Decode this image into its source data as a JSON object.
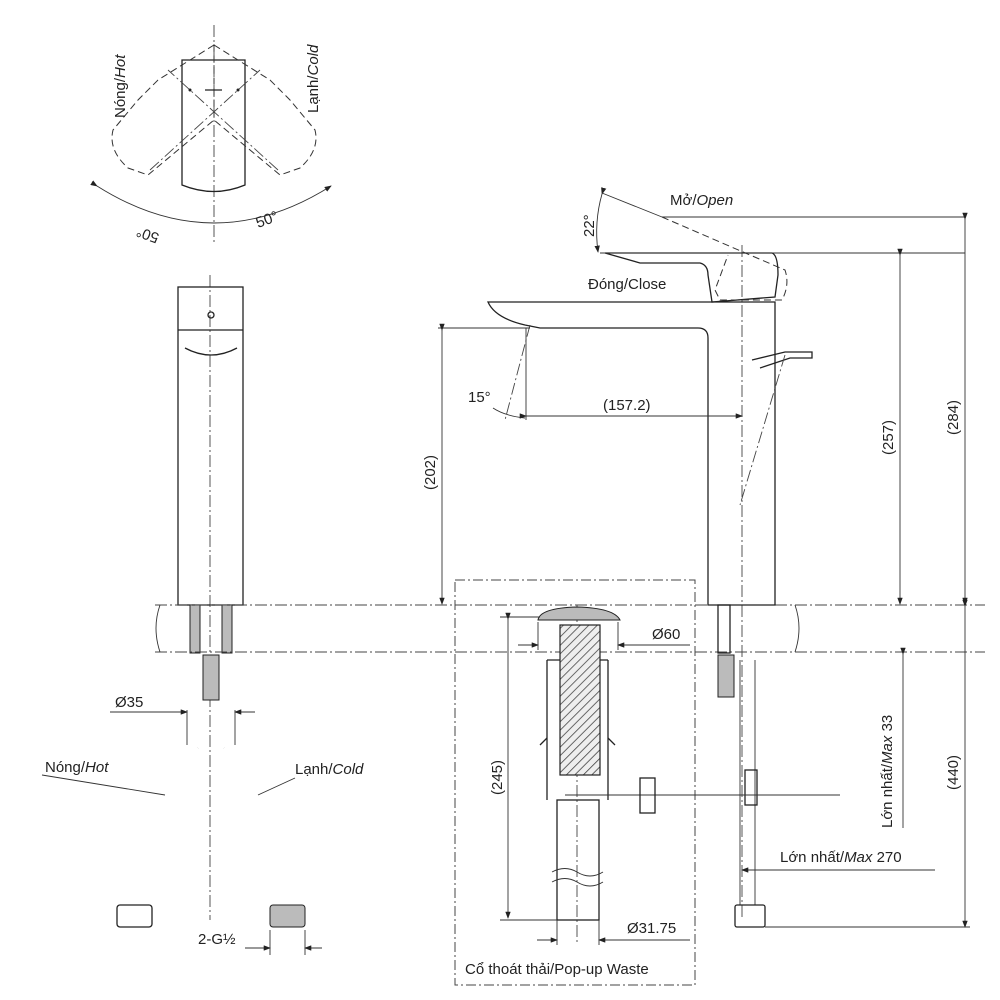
{
  "top_view": {
    "hot_label": {
      "main": "Nóng/",
      "italic": "Hot"
    },
    "cold_label": {
      "main": "Lạnh/",
      "italic": "Cold"
    },
    "angle_left": "50°",
    "angle_right": "50°"
  },
  "front_view": {
    "dia_35": "Ø35",
    "hose_hot": {
      "main": "Nóng/",
      "italic": "Hot"
    },
    "hose_cold": {
      "main": "Lạnh/",
      "italic": "Cold"
    },
    "thread": "2-G½"
  },
  "side_view": {
    "open_label": {
      "main": "Mở/",
      "italic": "Open"
    },
    "close_label": "Đóng/Close",
    "lever_angle": "22°",
    "spout_angle": "15°",
    "reach": "(157.2)",
    "spout_height": "(202)",
    "body_height": "(257)",
    "total_height": "(284)",
    "max_thickness": {
      "main": "Lớn nhất/",
      "italic": "Max",
      "value": " 33"
    },
    "overall_length": "(440)",
    "max_rod": {
      "main": "Lớn nhất/",
      "italic": "Max",
      "value": " 270"
    }
  },
  "popup_waste": {
    "dia_60": "Ø60",
    "length": "(245)",
    "dia_3175": "Ø31.75",
    "caption": "Cổ thoát thải/Pop-up Waste"
  }
}
